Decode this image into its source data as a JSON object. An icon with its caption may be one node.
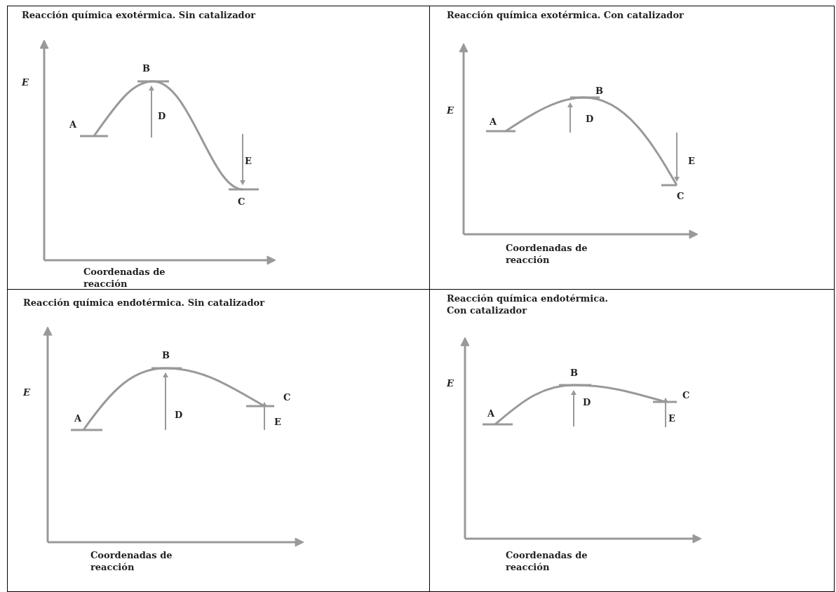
{
  "diagram": {
    "nodes": [
      {
        "text": [
          "Reacción química exotérmica. Sin catalizador"
        ]
      },
      {
        "text": [
          "Reacción química exotérmica. Con catalizador"
        ]
      },
      {
        "text": [
          "Reacción química endotérmica. Sin catalizador"
        ]
      },
      {
        "text": [
          "Reacción química endotérmica. Con catalizador"
        ]
      }
    ],
    "labels": [
      "E",
      "B",
      "A",
      "D",
      "E",
      "C",
      "Coordenadas de reacción",
      "E",
      "B",
      "A",
      "D",
      "E",
      "C",
      "Coordenadas de reacción",
      "E",
      "B",
      "A",
      "D",
      "E",
      "C",
      "Coordenadas de reacción",
      "E",
      "B",
      "A",
      "D",
      "E",
      "C",
      "Coordenadas de reacción"
    ]
  }
}
